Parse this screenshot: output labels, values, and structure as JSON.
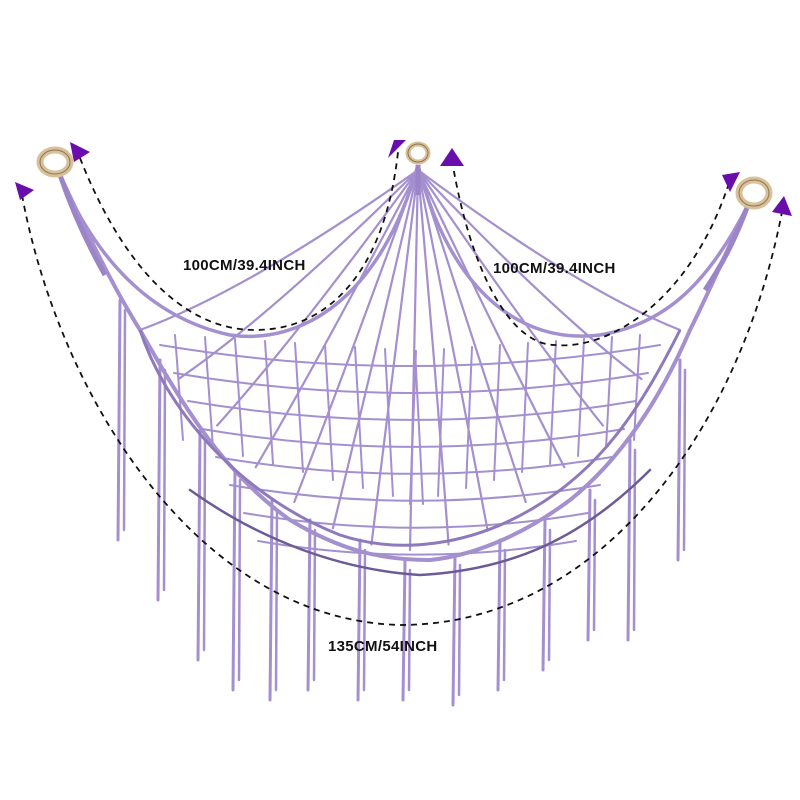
{
  "product": {
    "colors": {
      "rope": "#a48fcf",
      "rope_dark": "#6e5a97",
      "arrow": "#6a0dad",
      "ring": "#d8c09a",
      "ring_edge": "#8d7450",
      "dash": "#111111"
    }
  },
  "dimensions": {
    "left_span": "100CM/39.4INCH",
    "right_span": "100CM/39.4INCH",
    "full_span": "135CM/54INCH"
  }
}
